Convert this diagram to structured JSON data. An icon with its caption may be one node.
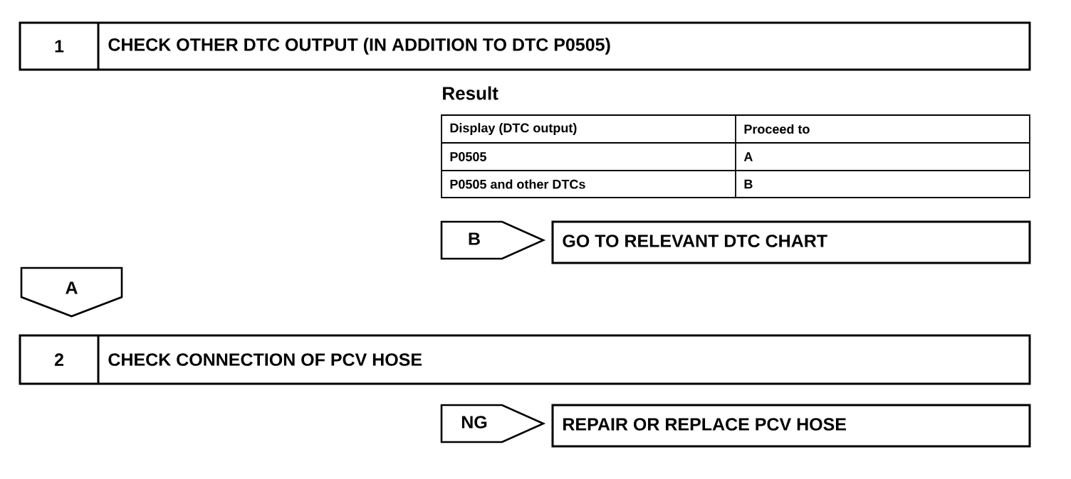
{
  "diagram": {
    "nodes": [
      {
        "text": [
          "1",
          "CHECK OTHER DTC OUTPUT (IN ADDITION TO DTC P0505)"
        ]
      },
      {
        "text": [
          "B"
        ]
      },
      {
        "text": [
          "GO TO RELEVANT DTC CHART"
        ]
      },
      {
        "text": [
          "A"
        ]
      },
      {
        "text": [
          "2",
          "CHECK CONNECTION OF PCV HOSE"
        ]
      },
      {
        "text": [
          "NG"
        ]
      },
      {
        "text": [
          "REPAIR OR REPLACE PCV HOSE"
        ]
      }
    ],
    "labels": [
      "Result",
      "Display (DTC output)",
      "Proceed to",
      "P0505",
      "A",
      "P0505 and other DTCs",
      "B"
    ]
  }
}
